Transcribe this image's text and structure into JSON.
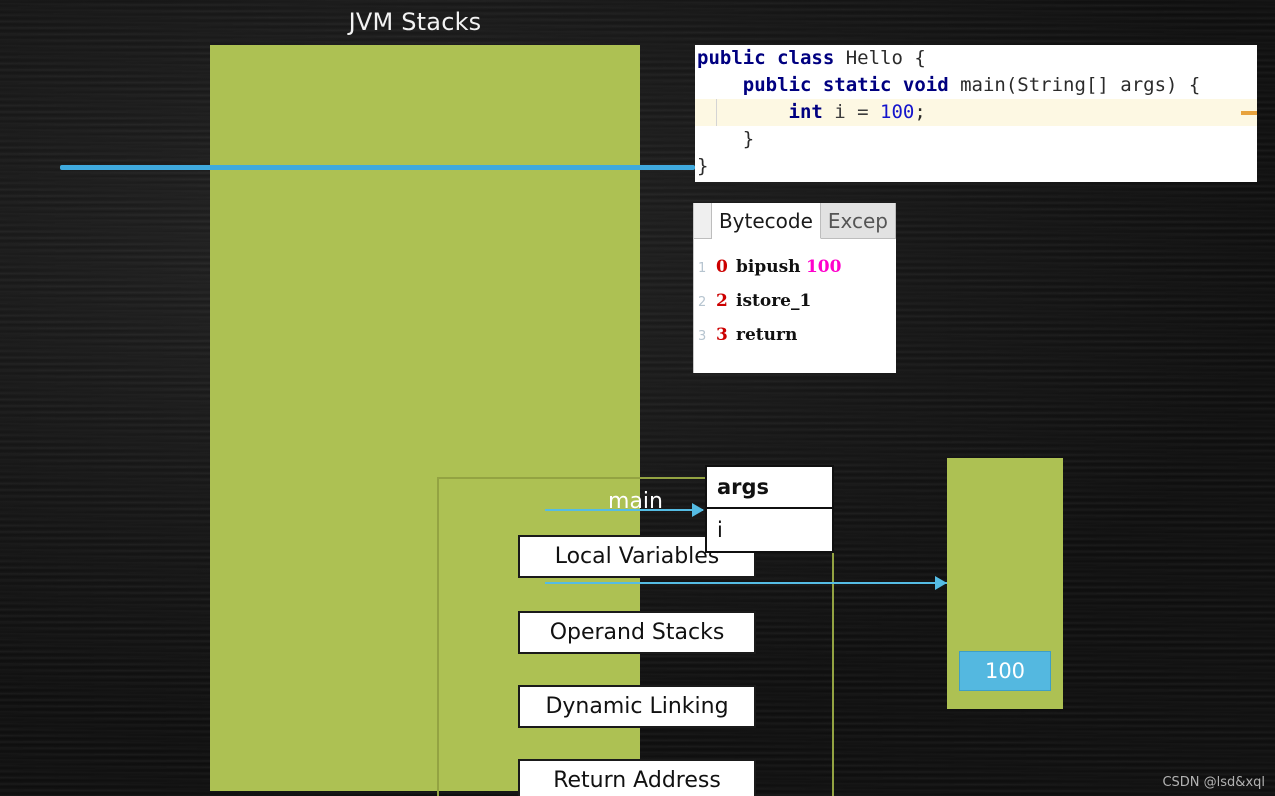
{
  "title": "JVM Stacks",
  "watermark": "CSDN @lsd&xql",
  "jvm_stack": {
    "frame_label": "main",
    "parts": [
      {
        "name": "local-variables",
        "label": "Local Variables"
      },
      {
        "name": "operand-stacks",
        "label": "Operand Stacks"
      },
      {
        "name": "dynamic-linking",
        "label": "Dynamic Linking"
      },
      {
        "name": "return-address",
        "label": "Return Address"
      }
    ]
  },
  "code_panel": {
    "lines": [
      {
        "segments": [
          {
            "t": "public class ",
            "c": "kw"
          },
          {
            "t": "Hello {",
            "c": "plain"
          }
        ],
        "highlight": false
      },
      {
        "segments": [
          {
            "t": "    ",
            "c": "plain"
          },
          {
            "t": "public static void ",
            "c": "kw"
          },
          {
            "t": "main(String[] args) {",
            "c": "plain"
          }
        ],
        "highlight": false
      },
      {
        "segments": [
          {
            "t": "        ",
            "c": "plain"
          },
          {
            "t": "int ",
            "c": "kw"
          },
          {
            "t": "i = ",
            "c": "dim"
          },
          {
            "t": "100",
            "c": "num"
          },
          {
            "t": ";",
            "c": "plain"
          }
        ],
        "highlight": true
      },
      {
        "segments": [
          {
            "t": "    }",
            "c": "plain"
          }
        ],
        "highlight": false
      },
      {
        "segments": [
          {
            "t": "}",
            "c": "plain"
          }
        ],
        "highlight": false
      }
    ]
  },
  "bytecode_panel": {
    "tabs": [
      {
        "label": "",
        "active": false,
        "blank": true
      },
      {
        "label": "Bytecode",
        "active": true,
        "blank": false
      },
      {
        "label": "Excep",
        "active": false,
        "blank": false
      }
    ],
    "rows": [
      {
        "line_no": "1",
        "offset": "0",
        "instruction": "bipush",
        "argument": "100"
      },
      {
        "line_no": "2",
        "offset": "2",
        "instruction": "istore_1",
        "argument": ""
      },
      {
        "line_no": "3",
        "offset": "3",
        "instruction": "return",
        "argument": ""
      }
    ]
  },
  "local_variable_table": {
    "slot0": "args",
    "slot1": "i"
  },
  "operand_stack": {
    "value": "100"
  },
  "colors": {
    "green": "#adc153",
    "green_border": "#93a342",
    "blue": "#54b8e0",
    "connector": "#55bce4",
    "background": "#191919"
  }
}
